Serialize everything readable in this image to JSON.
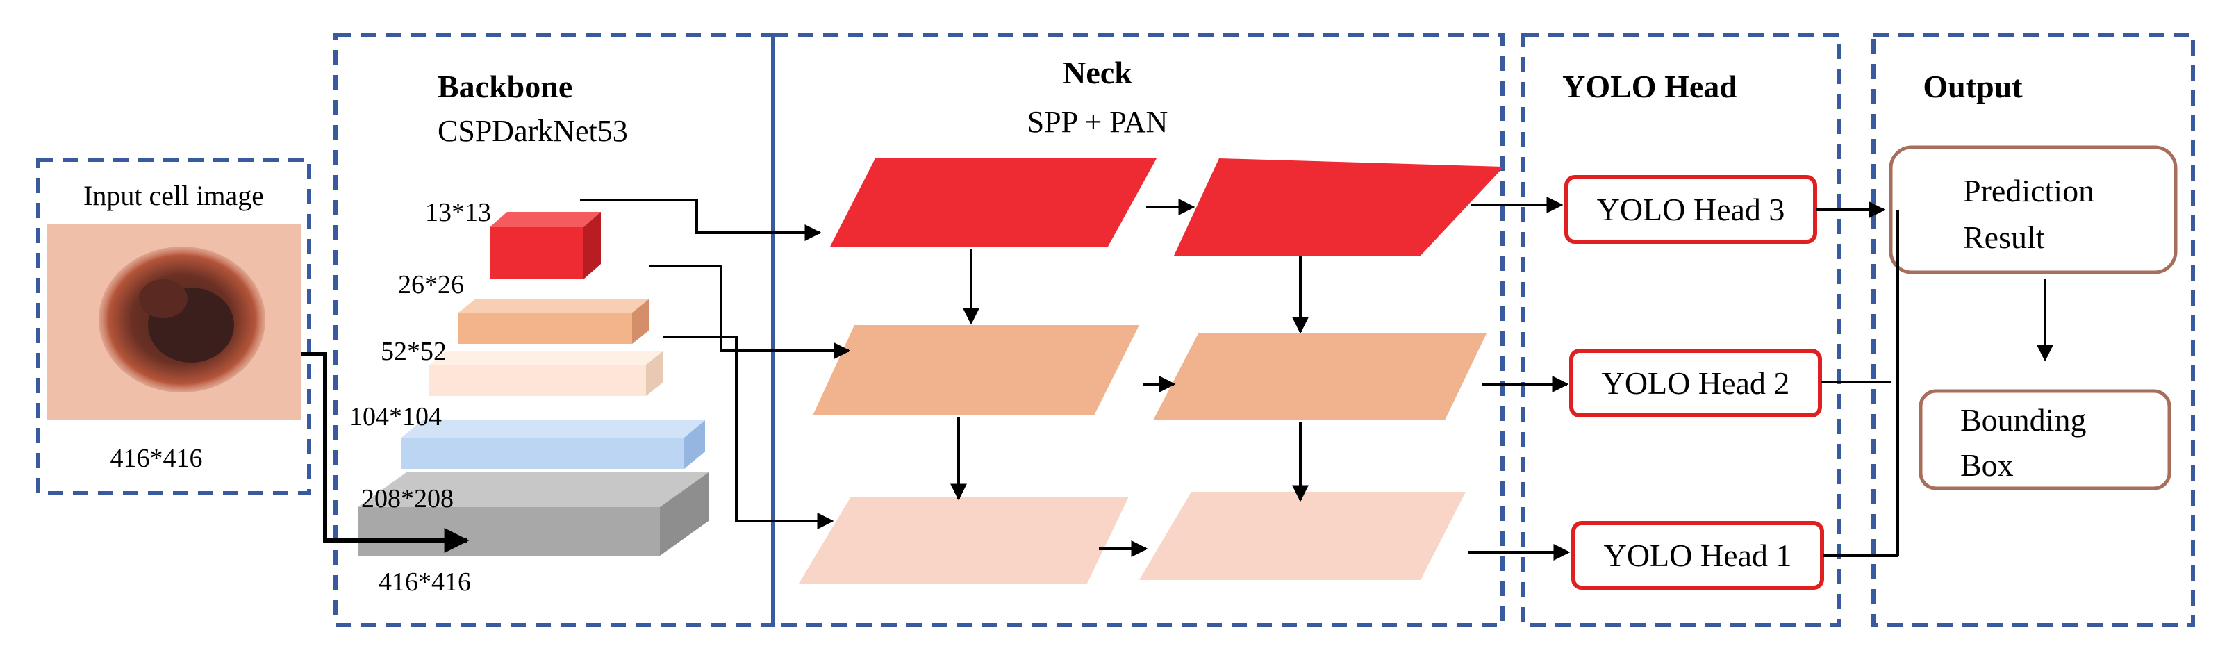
{
  "colors": {
    "dash_border": "#3a5aa0",
    "red": "#ee2a33",
    "peach": "#f4b48a",
    "light_peach": "#fbd9c8",
    "cream": "#fde6d8",
    "blue": "#bcd5f3",
    "gray": "#a8a8a8",
    "head_border": "#e02020",
    "output_border": "#a86e5c"
  },
  "input": {
    "title": "Input cell image",
    "size_label": "416*416"
  },
  "backbone": {
    "title": "Backbone",
    "subtitle": "CSPDarkNet53",
    "scales": [
      "13*13",
      "26*26",
      "52*52",
      "104*104",
      "208*208"
    ],
    "bottom_label": "416*416"
  },
  "neck": {
    "title": "Neck",
    "subtitle": "SPP + PAN"
  },
  "yolo_head": {
    "title": "YOLO Head",
    "heads": [
      "YOLO Head 3",
      "YOLO Head 2",
      "YOLO Head 1"
    ]
  },
  "output": {
    "title": "Output",
    "prediction": [
      "Prediction",
      "Result"
    ],
    "bounding": [
      "Bounding",
      "Box"
    ]
  }
}
